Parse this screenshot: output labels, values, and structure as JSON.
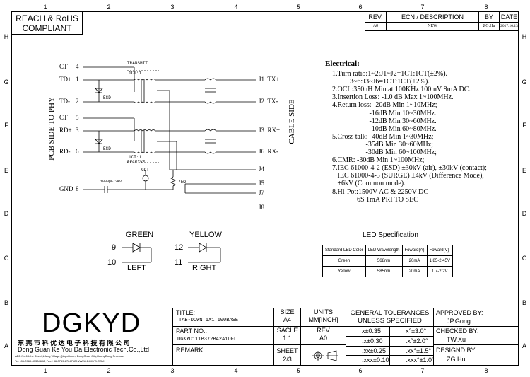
{
  "zones": {
    "columns": [
      "1",
      "2",
      "3",
      "4",
      "5",
      "6",
      "7",
      "8"
    ],
    "rows": [
      "H",
      "G",
      "F",
      "E",
      "D",
      "C",
      "B",
      "A"
    ]
  },
  "compliance": {
    "line1": "REACH & RoHS",
    "line2": "COMPLIANT"
  },
  "revision_block": {
    "headers": {
      "rev": "REV.",
      "ecn": "ECN / DESCRIPTION",
      "by": "BY",
      "date": "DATE"
    },
    "row": {
      "rev": "A0",
      "ecn": "NEW",
      "by": "ZG.Hu",
      "date": "2017.10.13"
    }
  },
  "schematic": {
    "left_side_label": "PCB SIDE TO PHY",
    "right_side_label": "CABLE SIDE",
    "left_pins": [
      {
        "name": "CT",
        "num": "4"
      },
      {
        "name": "TD+",
        "num": "1"
      },
      {
        "name": "TD-",
        "num": "2"
      },
      {
        "name": "CT",
        "num": "5"
      },
      {
        "name": "RD+",
        "num": "3"
      },
      {
        "name": "RD-",
        "num": "6"
      },
      {
        "name": "GND",
        "num": "8"
      }
    ],
    "right_pins": [
      {
        "label": "J1  TX+"
      },
      {
        "label": "J2  TX-"
      },
      {
        "label": "J3  RX+"
      },
      {
        "label": "J6  RX-"
      },
      {
        "label": "J4"
      },
      {
        "label": "J5"
      },
      {
        "label": "J7"
      },
      {
        "label": "J8"
      }
    ],
    "transmit_label": "TRANSMIT",
    "transmit_ratio": "1CT:1",
    "receive_ratio": "1CT:1",
    "receive_label": "RECEIVE",
    "esd_label": "ESD",
    "gdt_label": "GDT",
    "cap_label": "1000pF/2KV",
    "res_label": "75Ω"
  },
  "leds": {
    "green": {
      "title": "GREEN",
      "pin_a": "9",
      "pin_b": "10",
      "position": "LEFT"
    },
    "yellow": {
      "title": "YELLOW",
      "pin_a": "12",
      "pin_b": "11",
      "position": "RIGHT"
    }
  },
  "electrical": {
    "title": "Electrical:",
    "lines": [
      "1.Turn ratio:1~2:J1~J2=1CT:1CT(±2%).",
      "          3~6:J3~J6=1CT:1CT(±2%).",
      "2.OCL:350uH Min.at 100KHz 100mV 8mA DC.",
      "3.Insertion Loss: -1.0 dB Max 1~100MHz.",
      "4.Return loss: -20dB Min 1~10MHz;",
      "                     -16dB Min 10~30MHz.",
      "                     -12dB Min 30~60MHz.",
      "                     -10dB Min 60~80MHz.",
      "5.Cross talk: -40dB Min 1~30MHz;",
      "                   -35dB Min 30~60MHz;",
      "                   -30dB Min 60~100MHz;",
      "6.CMR: -30dB Min 1~100MHz;",
      "7.IEC 61000-4-2 (ESD) ±30kV (air), ±30kV (contact);",
      "   IEC 61000-4-5 (SURGE) ±4kV (Difference Mode),",
      "   ±6kV (Common mode).",
      "8.Hi-Pot:1500V AC & 2250V DC",
      "              6S 1mA PRI TO SEC"
    ]
  },
  "led_spec": {
    "title": "LED Specification",
    "headers": [
      "Standard LED Color",
      "LED Wavelength",
      "Foward(A)",
      "Foward(V)"
    ],
    "rows": [
      [
        "Green",
        "568nm",
        "20mA",
        "1.85-2.45V"
      ],
      [
        "Yellow",
        "585nm",
        "20mA",
        "1.7-2.2V"
      ]
    ]
  },
  "title_block": {
    "logo": "DGKYD",
    "company_cn": "东 莞 市 科 优 达 电 子 科 技 有 限 公 司",
    "company_en": "Dong Guan Ke You Da Electronic Tech.Co.,Ltd",
    "address": "ADD:No.1 Lihe Street,Lifeng Village,Qingxi town, DongGuan City,GuangDong Province",
    "contact": "Tel:+86-0769-87334608; Fax:+86-0769-87647129  WWW.DGKYD.COM",
    "title_label": "TITLE:",
    "title_value": "TAB-DOWN 1X1 100BASE",
    "part_label": "PART NO.:",
    "part_value": "DGKYD111B372BA2A1DFL",
    "remark_label": "REMARK:",
    "size_label": "SIZE",
    "size_value": "A4",
    "units_label": "UNITS",
    "units_value": "MM[INCH]",
    "scale_label": "SACLE",
    "scale_value": "1:1",
    "rev_label": "REV",
    "rev_value": "A0",
    "sheet_label": "SHEET",
    "sheet_value": "2/3",
    "tol_title1": "GENERAL TOLERANCES",
    "tol_title2": "UNLESS SPECIFIED",
    "tolerances": [
      [
        "x±0.35",
        "x°±3.0°"
      ],
      [
        ".x±0.30",
        ".x°±2.0°"
      ],
      [
        ".xx±0.25",
        ".xx°±1.5°"
      ],
      [
        ".xxx±0.10",
        ".xxx°±1.0°"
      ]
    ],
    "approved_label": "APPROVED BY:",
    "approved_value": "JP.Gong",
    "checked_label": "CHECKED BY:",
    "checked_value": "TW.Xu",
    "design_label": "DESIGND BY:",
    "design_value": "ZG.Hu"
  }
}
